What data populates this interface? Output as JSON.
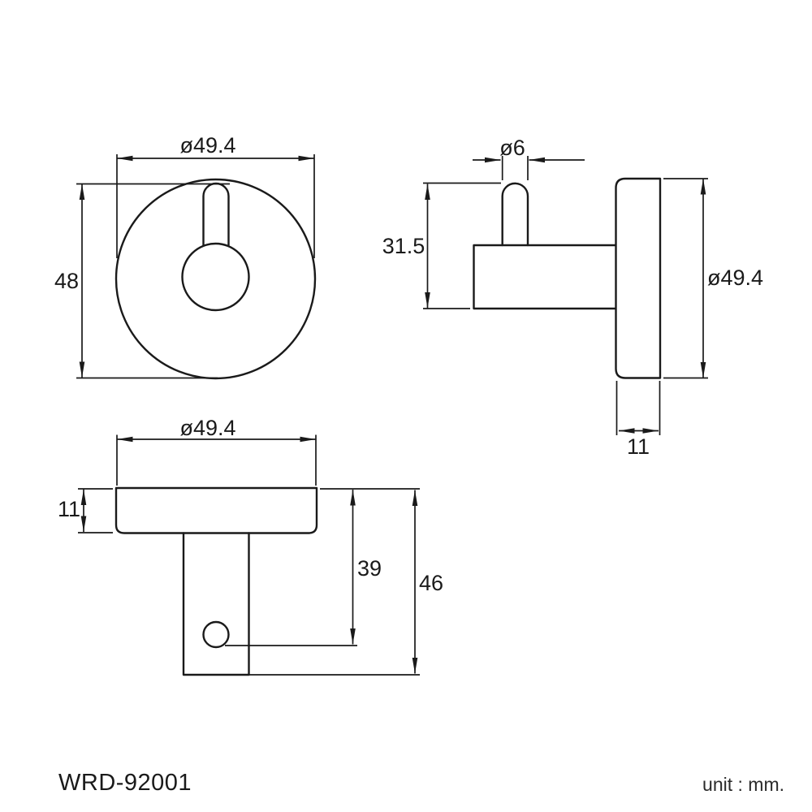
{
  "title_block": {
    "model_number": "WRD-92001",
    "unit_label": "unit : mm."
  },
  "colors": {
    "line": "#1a1a1a",
    "background": "#ffffff"
  },
  "views": {
    "front": {
      "name": "front view of round wall-hook backplate with keyhole slot",
      "dim_diameter": "ø49.4",
      "dim_height": "48"
    },
    "side": {
      "name": "side profile view of hook arm, peg and wall plate",
      "dim_peg_diameter": "ø6",
      "dim_projection": "31.5",
      "dim_plate_diameter": "ø49.4",
      "dim_plate_depth": "11"
    },
    "bottom": {
      "name": "top view of plate and hook arm with mounting hole",
      "dim_plate_diameter": "ø49.4",
      "dim_plate_thickness": "11",
      "dim_hole_offset": "39",
      "dim_overall_depth": "46"
    }
  }
}
